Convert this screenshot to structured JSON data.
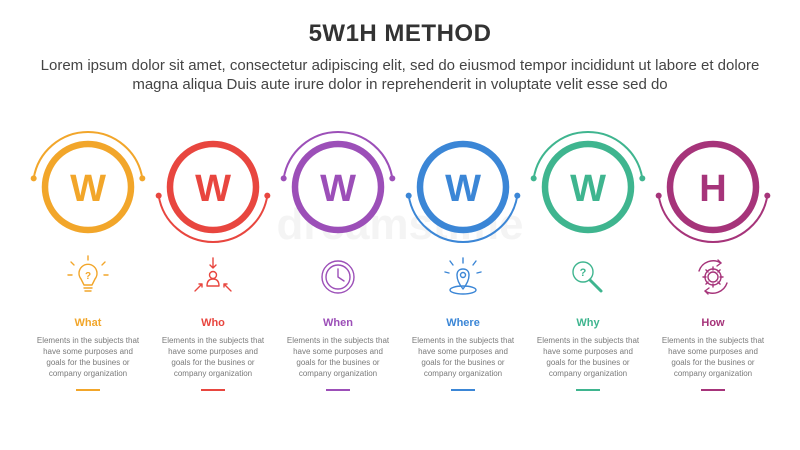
{
  "title": "5W1H METHOD",
  "subtitle": "Lorem ipsum dolor sit amet, consectetur adipiscing elit, sed do eiusmod tempor incididunt ut labore et dolore magna aliqua Duis aute irure dolor in reprehenderit in voluptate velit esse sed do",
  "watermark": "dreamstime",
  "steps": [
    {
      "letter": "W",
      "label": "What",
      "color": "#f2a62a",
      "icon": "lightbulb-icon",
      "desc": "Elements in the subjects that have some purposes and goals for the  busines  or company organization"
    },
    {
      "letter": "W",
      "label": "Who",
      "color": "#e8463f",
      "icon": "person-icon",
      "desc": "Elements in the subjects that have some purposes and goals for the  busines  or company organization"
    },
    {
      "letter": "W",
      "label": "When",
      "color": "#9c4fb8",
      "icon": "clock-icon",
      "desc": "Elements in the subjects that have some purposes and goals for the  busines  or company organization"
    },
    {
      "letter": "W",
      "label": "Where",
      "color": "#3b86d6",
      "icon": "location-pin-icon",
      "desc": "Elements in the subjects that have some purposes and goals for the  busines  or company organization"
    },
    {
      "letter": "W",
      "label": "Why",
      "color": "#3fb58f",
      "icon": "magnifier-question-icon",
      "desc": "Elements in the subjects that have some purposes and goals for the  busines  or company organization"
    },
    {
      "letter": "H",
      "label": "How",
      "color": "#a6347a",
      "icon": "gear-cycle-icon",
      "desc": "Elements in the subjects that have some purposes and goals for the  busines  or company organization"
    }
  ]
}
